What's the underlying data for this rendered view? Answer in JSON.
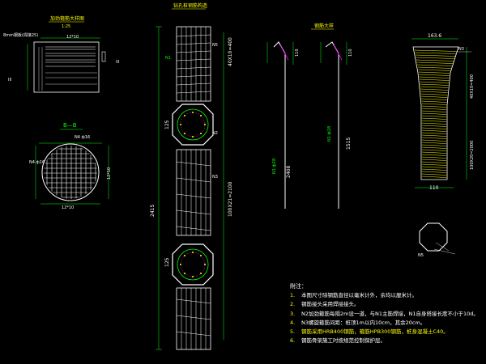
{
  "drawing": {
    "title_main": "钻孔桩钢筋构造",
    "title_section_plan": "加劲箍筋大样图",
    "title_detail": "钢筋大样",
    "scale_plan": "1:25",
    "note_plan": "8mm钢板(焊接25)",
    "section_label": "B—B",
    "ring_label": "N4 ф16",
    "ring_label_2": "N4 ф16",
    "grid_spacing": "12*10",
    "dim_pile_length": "2415",
    "dim_total": "100X21=2100",
    "dim_top": "40X10=400",
    "dim_125a": "125",
    "dim_125b": "125",
    "dim_1515": "1515",
    "dim_2408": "2408",
    "dim_110a": "110",
    "dim_110b": "110",
    "dim_1636": "163.6",
    "dim_110_bottom": "110",
    "dim_right_1": "40X10=400",
    "dim_right_2": "100X20=2000",
    "lbl_n1": "N1",
    "lbl_n2": "N2",
    "lbl_n3": "N3",
    "lbl_n5": "N5",
    "lbl_n3_small": "N3",
    "lbl_n5_small": "N5"
  },
  "notes": {
    "header": "附注：",
    "items": [
      {
        "num": "1.",
        "text": "本图尺寸除钢筋直径以毫米计外，余均以厘米计。"
      },
      {
        "num": "2.",
        "text": "钢筋接头采用焊接接头。"
      },
      {
        "num": "3.",
        "text": "N2加劲箍筋每隔2m设一道，与N1主筋焊接，N1自身搭接长度不小于10d。"
      },
      {
        "num": "4.",
        "text": "N3螺旋箍筋间距：桩顶1m以内10cm，其余20cm。"
      },
      {
        "num": "5.",
        "text": "钢筋采用HRB400钢筋，箍筋HPB300钢筋，桩身混凝土C40。"
      },
      {
        "num": "6.",
        "text": "钢筋骨架施工时按规范控制保护层。"
      }
    ]
  }
}
